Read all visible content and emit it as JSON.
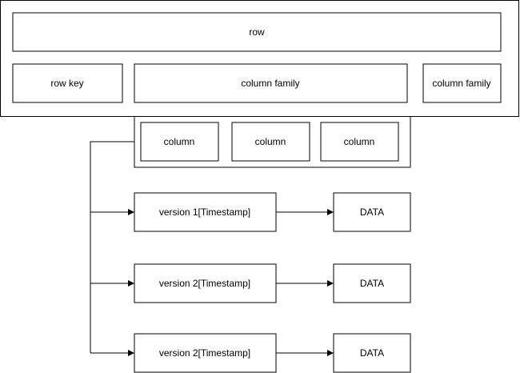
{
  "row": {
    "outer_label": "",
    "label": "row"
  },
  "row_key": {
    "label": "row key"
  },
  "column_families": [
    {
      "label": "column family"
    },
    {
      "label": "column family"
    }
  ],
  "columns": [
    {
      "label": "column"
    },
    {
      "label": "column"
    },
    {
      "label": "column"
    }
  ],
  "versions": [
    {
      "label": "version 1[Timestamp]",
      "data": "DATA"
    },
    {
      "label": "version 2[Timestamp]",
      "data": "DATA"
    },
    {
      "label": "version 2[Timestamp]",
      "data": "DATA"
    }
  ],
  "colors": {
    "stroke": "#000000",
    "fill": "#ffffff"
  }
}
